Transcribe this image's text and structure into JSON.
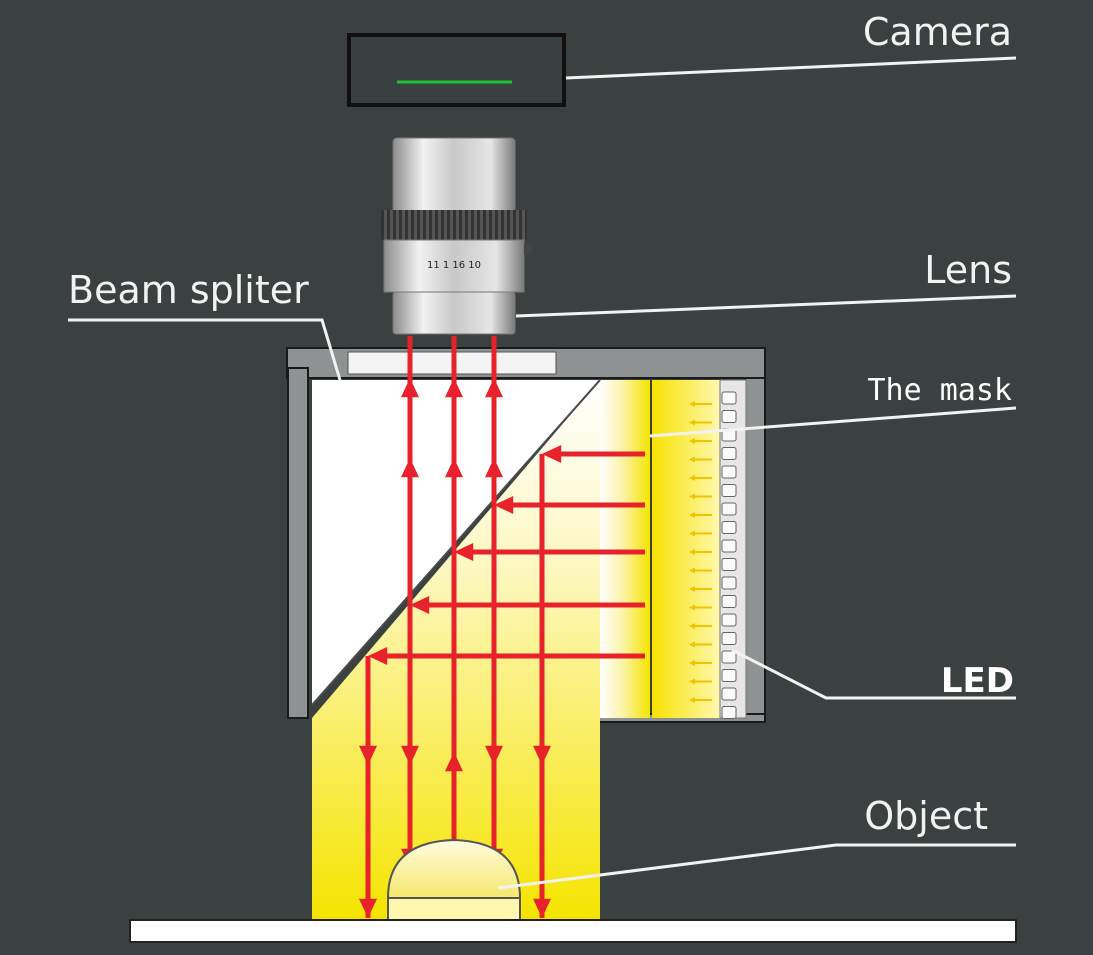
{
  "labels": {
    "camera": "Camera",
    "lens": "Lens",
    "beam_splitter": "Beam spliter",
    "mask": "The mask",
    "led": "LED",
    "object": "Object"
  },
  "lens_scale_marks": "11 1 16 10",
  "colors": {
    "background": "#3b4140",
    "ray": "#e8222a",
    "light": "#f5e800",
    "housing": "#8e9292",
    "camera_indicator": "#1ec23a"
  }
}
